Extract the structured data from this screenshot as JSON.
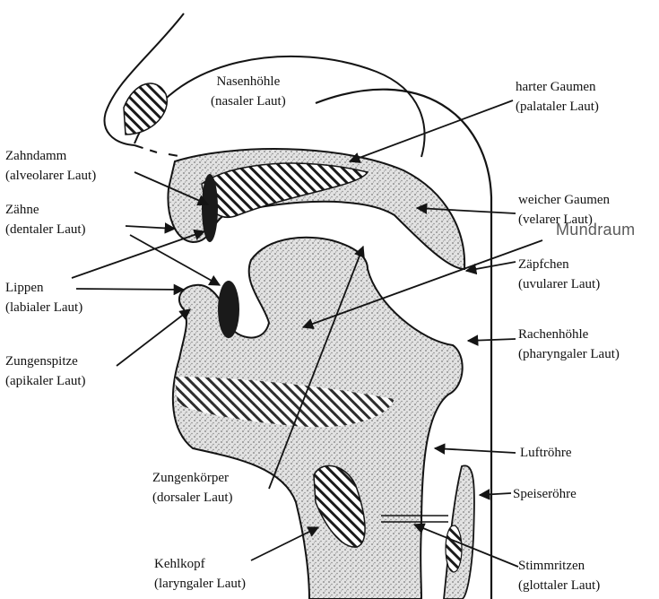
{
  "labels": {
    "nasenhoehle": {
      "name": "Nasenhöhle",
      "sound": "(nasaler Laut)"
    },
    "harter_gaumen": {
      "name": "harter Gaumen",
      "sound": "(palataler Laut)"
    },
    "zahndamm": {
      "name": "Zahndamm",
      "sound": "(alveolarer Laut)"
    },
    "zaehne": {
      "name": "Zähne",
      "sound": "(dentaler Laut)"
    },
    "weicher_gaumen": {
      "name": "weicher Gaumen",
      "sound": "(velarer Laut)"
    },
    "mundraum": {
      "name": "Mundraum"
    },
    "lippen": {
      "name": "Lippen",
      "sound": "(labialer Laut)"
    },
    "zaepfchen": {
      "name": "Zäpfchen",
      "sound": "(uvularer Laut)"
    },
    "rachenhoehle": {
      "name": "Rachenhöhle",
      "sound": "(pharyngaler Laut)"
    },
    "zungenspitze": {
      "name": "Zungenspitze",
      "sound": "(apikaler Laut)"
    },
    "luftroehre": {
      "name": "Luftröhre"
    },
    "zungenkoerper": {
      "name": "Zungenkörper",
      "sound": "(dorsaler Laut)"
    },
    "speiseroehre": {
      "name": "Speiseröhre"
    },
    "kehlkopf": {
      "name": "Kehlkopf",
      "sound": "(laryngaler Laut)"
    },
    "stimmritzen": {
      "name": "Stimmritzen",
      "sound": "(glottaler Laut)"
    }
  },
  "colors": {
    "ink": "#141414",
    "stipple": "#b8b8b8",
    "stamp": "#5a5a5a"
  }
}
